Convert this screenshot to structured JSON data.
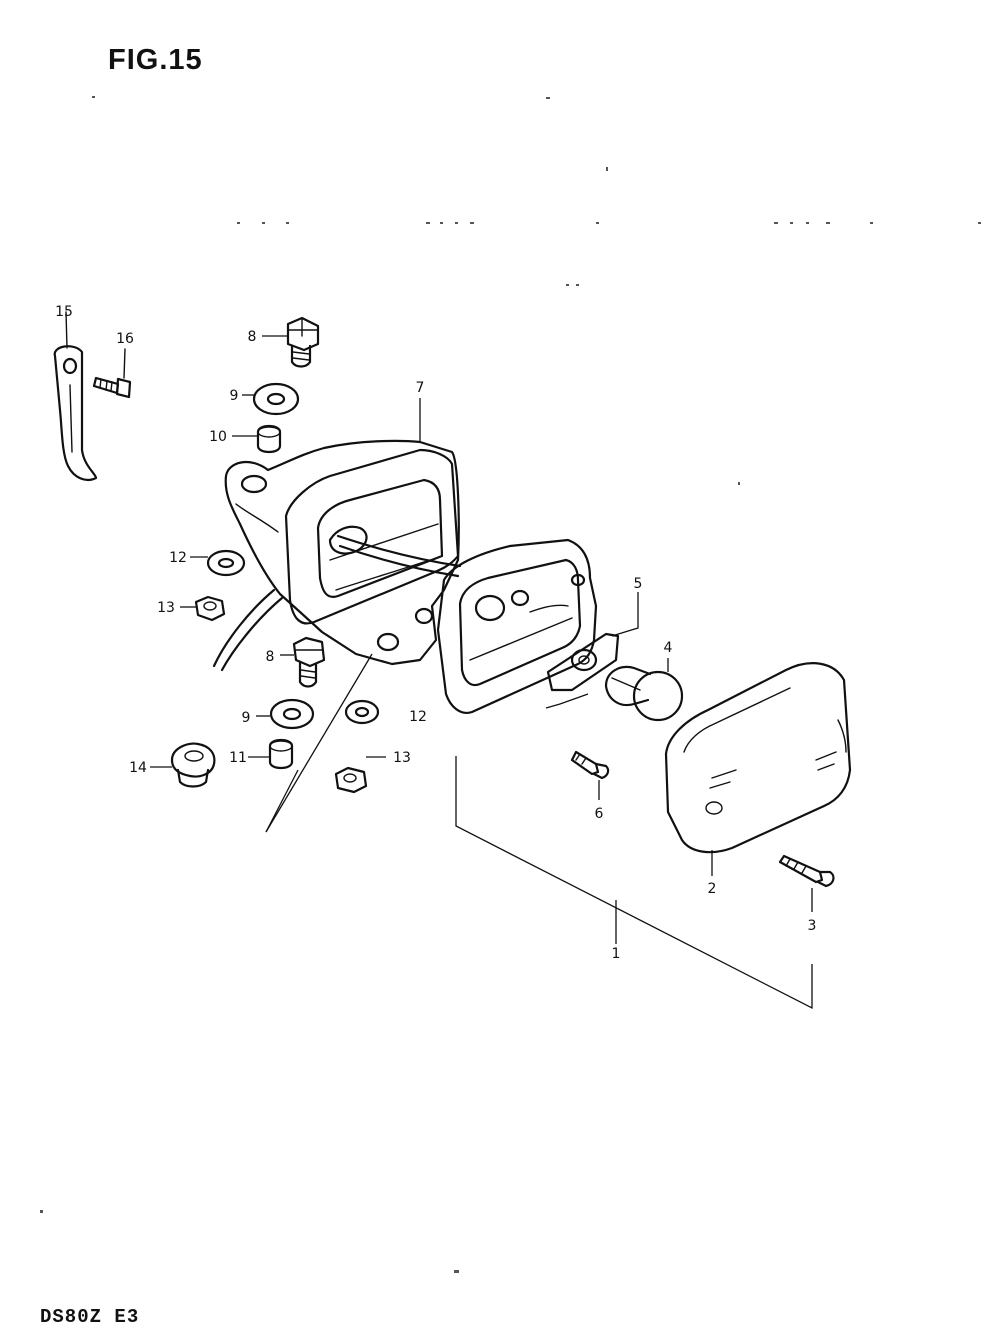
{
  "figure": {
    "title": "FIG.15",
    "footer": "DS80Z E3"
  },
  "callouts": {
    "c1": "1",
    "c2": "2",
    "c3": "3",
    "c4": "4",
    "c5": "5",
    "c6": "6",
    "c7": "7",
    "c8a": "8",
    "c8b": "8",
    "c9a": "9",
    "c9b": "9",
    "c10": "10",
    "c11": "11",
    "c12a": "12",
    "c12b": "12",
    "c13a": "13",
    "c13b": "13",
    "c14": "14",
    "c15": "15",
    "c16": "16"
  }
}
